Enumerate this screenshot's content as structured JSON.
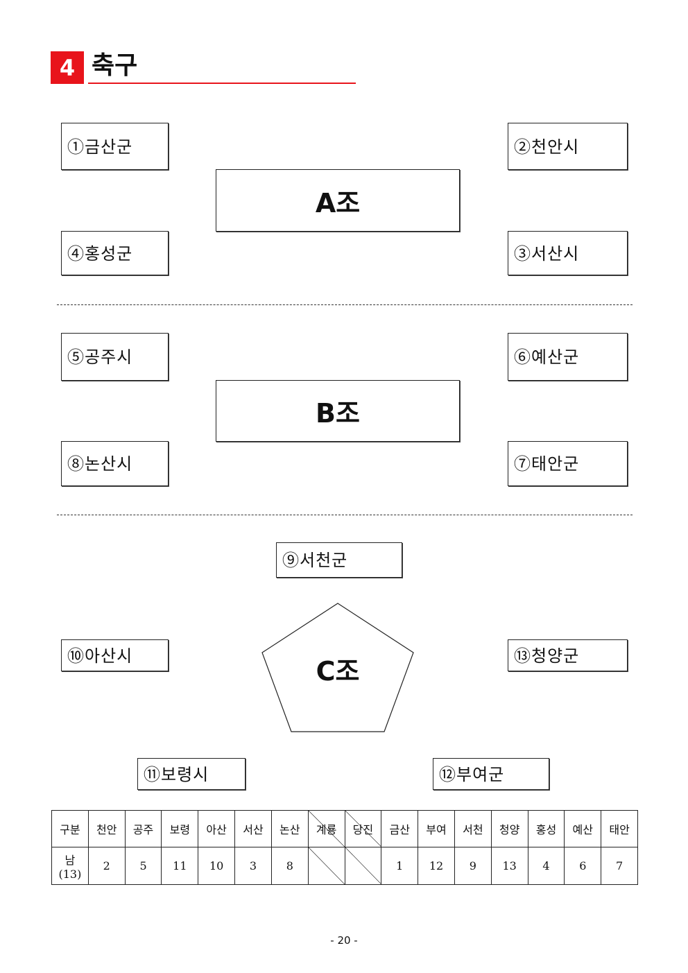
{
  "section": {
    "number": "4",
    "title": "축구"
  },
  "groups": [
    {
      "name": "A조",
      "teams": [
        "①금산군",
        "②천안시",
        "④홍성군",
        "③서산시"
      ]
    },
    {
      "name": "B조",
      "teams": [
        "⑤공주시",
        "⑥예산군",
        "⑧논산시",
        "⑦태안군"
      ]
    },
    {
      "name": "C조",
      "teams": [
        "⑨서천군",
        "⑩아산시",
        "⑬청양군",
        "⑪보령시",
        "⑫부여군"
      ]
    }
  ],
  "table": {
    "headers": [
      "구분",
      "천안",
      "공주",
      "보령",
      "아산",
      "서산",
      "논산",
      "계룡",
      "당진",
      "금산",
      "부여",
      "서천",
      "청양",
      "홍성",
      "예산",
      "태안"
    ],
    "row": {
      "label_line1": "남",
      "label_line2": "(13)",
      "values": [
        "2",
        "5",
        "11",
        "10",
        "3",
        "8",
        "",
        "",
        "1",
        "12",
        "9",
        "13",
        "4",
        "6",
        "7"
      ]
    }
  },
  "page_number": "- 20 -"
}
